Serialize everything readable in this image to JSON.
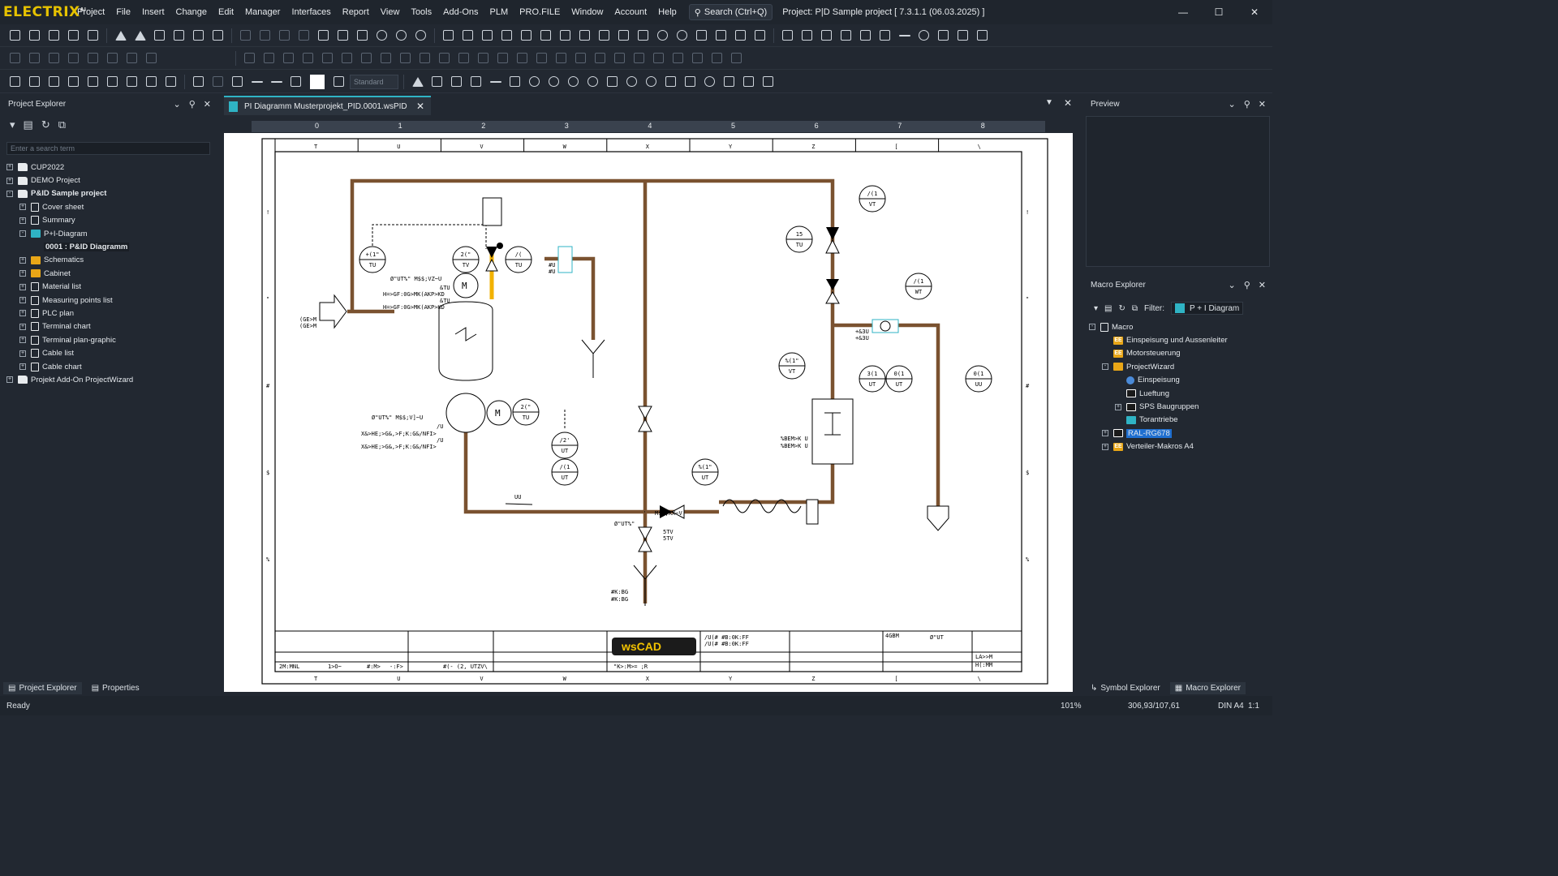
{
  "app": {
    "logo": "ELECTRIX",
    "logo_sup": "AI"
  },
  "menu": [
    "Project",
    "File",
    "Insert",
    "Change",
    "Edit",
    "Manager",
    "Interfaces",
    "Report",
    "View",
    "Tools",
    "Add-Ons",
    "PLM",
    "PRO.FILE",
    "Window",
    "Account",
    "Help"
  ],
  "search": {
    "label": "Search (Ctrl+Q)"
  },
  "project_title": "Project: P|D Sample project  [ 7.3.1.1 (06.03.2025) ]",
  "toolbar": {
    "style_select": "Standard"
  },
  "project_explorer": {
    "title": "Project Explorer",
    "search_placeholder": "Enter a search term",
    "items": [
      {
        "label": "CUP2022",
        "level": 0,
        "exp": "+"
      },
      {
        "label": "DEMO Project",
        "level": 0,
        "exp": "+"
      },
      {
        "label": "P&ID Sample project",
        "level": 0,
        "exp": "-",
        "bold": true
      },
      {
        "label": "Cover sheet",
        "level": 1,
        "exp": "+"
      },
      {
        "label": "Summary",
        "level": 1,
        "exp": "+"
      },
      {
        "label": "P+I-Diagram",
        "level": 1,
        "exp": "-"
      },
      {
        "label": "0001 : P&ID Diagramm",
        "level": 2,
        "exp": ""
      },
      {
        "label": "Schematics",
        "level": 1,
        "exp": "+"
      },
      {
        "label": "Cabinet",
        "level": 1,
        "exp": "+"
      },
      {
        "label": "Material list",
        "level": 1,
        "exp": "+"
      },
      {
        "label": "Measuring points list",
        "level": 1,
        "exp": "+"
      },
      {
        "label": "PLC plan",
        "level": 1,
        "exp": "+"
      },
      {
        "label": "Terminal chart",
        "level": 1,
        "exp": "+"
      },
      {
        "label": "Terminal plan-graphic",
        "level": 1,
        "exp": "+"
      },
      {
        "label": "Cable list",
        "level": 1,
        "exp": "+"
      },
      {
        "label": "Cable chart",
        "level": 1,
        "exp": "+"
      },
      {
        "label": "Projekt Add-On ProjectWizard",
        "level": 0,
        "exp": "+"
      }
    ]
  },
  "left_tabs": {
    "tab1": "Project Explorer",
    "tab2": "Properties"
  },
  "document": {
    "tab_title": "PI Diagramm Musterprojekt_PID.0001.wsPID"
  },
  "ruler": [
    "0",
    "1",
    "2",
    "3",
    "4",
    "5",
    "6",
    "7",
    "8"
  ],
  "preview": {
    "title": "Preview"
  },
  "macro_explorer": {
    "title": "Macro Explorer",
    "filter_label": "Filter:",
    "filter_value": "P + I Diagram",
    "items": [
      {
        "label": "Macro",
        "level": 0,
        "exp": "-"
      },
      {
        "label": "Einspeisung und Aussenleiter",
        "level": 1,
        "exp": ""
      },
      {
        "label": "Motorsteuerung",
        "level": 1,
        "exp": ""
      },
      {
        "label": "ProjectWizard",
        "level": 1,
        "exp": "-"
      },
      {
        "label": "Einspeisung",
        "level": 2,
        "exp": ""
      },
      {
        "label": "Lueftung",
        "level": 2,
        "exp": ""
      },
      {
        "label": "SPS Baugruppen",
        "level": 2,
        "exp": "+"
      },
      {
        "label": "Torantriebe",
        "level": 2,
        "exp": ""
      },
      {
        "label": "RAL-RG678",
        "level": 1,
        "exp": "+"
      },
      {
        "label": "Verteiler-Makros A4",
        "level": 1,
        "exp": "+"
      }
    ]
  },
  "right_tabs": {
    "tab1": "Symbol Explorer",
    "tab2": "Macro Explorer"
  },
  "status": {
    "left": "Ready",
    "zoom": "101%",
    "coords": "306,93/107,61",
    "paper": "DIN A4",
    "scale": "1:1"
  },
  "drawing": {
    "col_labels": [
      "T",
      "U",
      "V",
      "W",
      "X",
      "Y",
      "Z",
      "[",
      "\\"
    ],
    "row_labels": [
      "!",
      "\"",
      "#",
      "$",
      "%"
    ],
    "tags": {
      "a": "+(1\"",
      "a2": "TU",
      "b": "2(\"",
      "b2": "TV",
      "c": "/(",
      "c2": "TU",
      "d": "/(1",
      "d2": "VT",
      "e": "15",
      "e2": "TU",
      "f": "/(1",
      "f2": "WT",
      "g": "%(1\"",
      "g2": "VT",
      "h": "3(1",
      "h2": "UT",
      "i": "0(1",
      "i2": "UT",
      "j": "0(1",
      "j2": "UU",
      "k": "2(\"",
      "k2": "TU",
      "l": "/2'",
      "l2": "UT",
      "m": "/(1",
      "m2": "UT",
      "n": "%(1\"",
      "n2": "UT"
    },
    "texts": {
      "t1": "Ø\"UT%\"  M$$;VZ~U",
      "t2": "&TU",
      "t3": "H=>GF:0G>MK(AKP>KD",
      "t4": "&TU",
      "t5": "H=>GF:0G>MK(AKP>KD",
      "t6": "(GE>M",
      "t7": "(GE>M",
      "t8": "Ø\"UT%\"  M$$;V]~U",
      "t9": "/U",
      "t10": "X&>HE;>G&,>F;K:G&/NFI>",
      "t11": "/U",
      "t12": "X&>HE;>G&,>F;K:G&/NFI>",
      "t13": "#U",
      "t14": "#U",
      "t15": "UU",
      "t16": "%BEM>K U",
      "t17": "%BEM>K U",
      "t18": "+&3U",
      "t19": "+&3U",
      "t20": "Ø\"UT%\"",
      "t21": "M$$;XX~V",
      "t22": "#K:BG",
      "t23": "#K:BG",
      "t24": "5TV",
      "t25": "5TV"
    },
    "titleblock": {
      "logo": "wsCAD",
      "c1": "2M:MNL",
      "c2": "1>O~",
      "c3": "#:M>",
      "c4": "-:F>",
      "c5": "#(- (2, UTZV\\",
      "c6": "\"K>:M>= ;R",
      "c7": "/U(# #B:0K:FF",
      "c8": "/U(# #B:0K:FF",
      "c9": "4GBM",
      "c10": "Ø\"UT",
      "c11": "LA>>M",
      "c12": "H(:MM"
    }
  }
}
